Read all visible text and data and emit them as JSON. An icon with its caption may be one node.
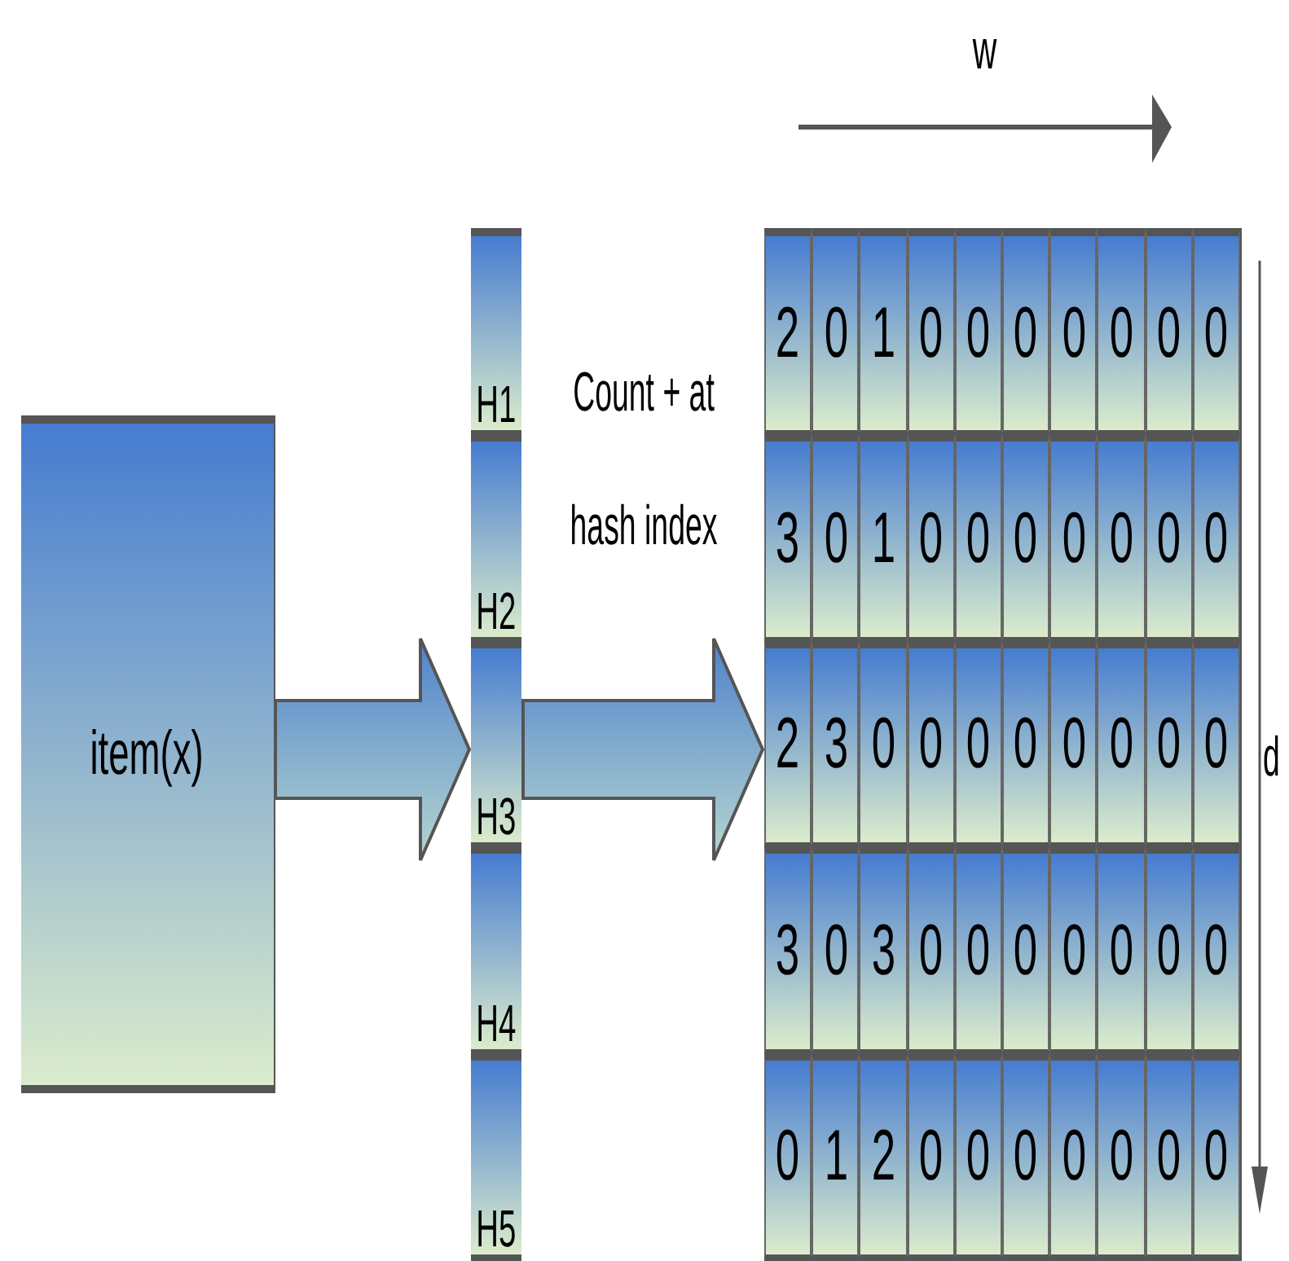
{
  "diagram": {
    "nodes": [
      {
        "text": [
          "item(x)"
        ]
      },
      {
        "text": [],
        "shape": "bar"
      },
      {
        "text": [
          "H1"
        ],
        "in": 1
      },
      {
        "text": [
          "H2"
        ],
        "in": 1
      },
      {
        "text": [
          "H3"
        ],
        "in": 1
      },
      {
        "text": [
          "H4"
        ],
        "in": 1
      },
      {
        "text": [
          "H5"
        ],
        "in": 1
      },
      {
        "text": [],
        "shape": "box"
      }
    ],
    "edges": [
      {
        "from": 0,
        "to": 1,
        "arrow": "to",
        "style": "thick"
      },
      {
        "from": 1,
        "to": 7,
        "arrow": "to",
        "style": "thick",
        "label": "Count + at hash index"
      }
    ],
    "labels": [
      "w",
      "2",
      "0",
      "1",
      "0",
      "0",
      "0",
      "0",
      "0",
      "0",
      "0",
      "3",
      "0",
      "1",
      "0",
      "0",
      "0",
      "0",
      "0",
      "0",
      "0",
      "2",
      "3",
      "0",
      "0",
      "0",
      "0",
      "0",
      "0",
      "0",
      "0",
      "3",
      "0",
      "3",
      "0",
      "0",
      "0",
      "0",
      "0",
      "0",
      "0",
      "0",
      "1",
      "2",
      "0",
      "0",
      "0",
      "0",
      "0",
      "0",
      "0",
      "d"
    ]
  }
}
